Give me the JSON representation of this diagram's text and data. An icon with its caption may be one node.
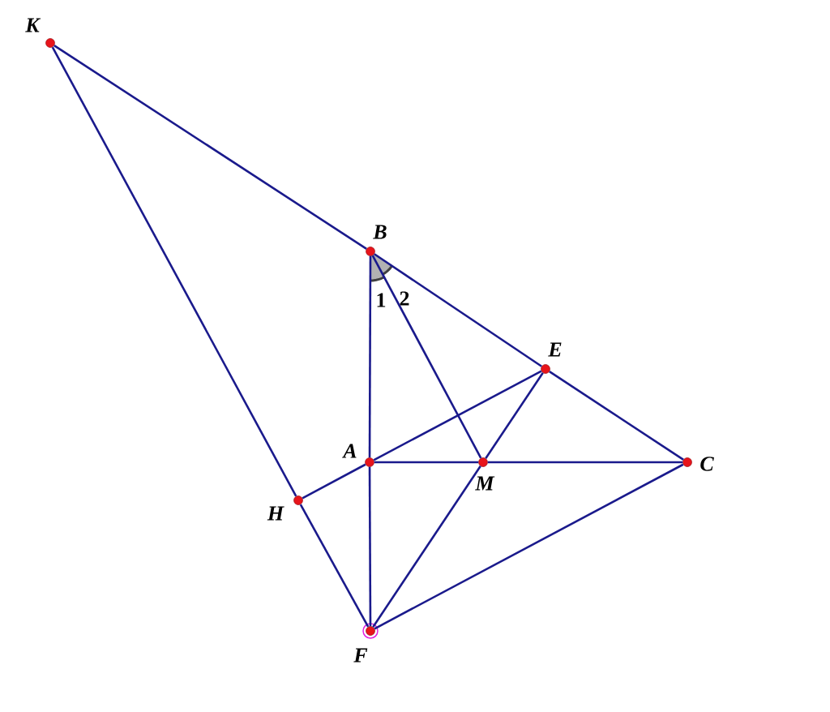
{
  "diagram": {
    "nodes": [
      {
        "text": [],
        "shape": "circle",
        "beside": [
          "K"
        ]
      },
      {
        "text": [],
        "shape": "circle",
        "beside": [
          "B"
        ]
      },
      {
        "text": [],
        "shape": "circle",
        "beside": [
          "E"
        ]
      },
      {
        "text": [],
        "shape": "circle",
        "beside": [
          "A"
        ]
      },
      {
        "text": [],
        "shape": "circle",
        "beside": [
          "M"
        ]
      },
      {
        "text": [],
        "shape": "circle",
        "beside": [
          "C"
        ]
      },
      {
        "text": [],
        "shape": "circle",
        "beside": [
          "H"
        ]
      },
      {
        "text": [],
        "shape": "circle",
        "beside": [
          "F"
        ]
      }
    ],
    "edges": [
      {
        "from": 0,
        "to": 1,
        "arrow": "none"
      },
      {
        "from": 1,
        "to": 2,
        "arrow": "none"
      },
      {
        "from": 2,
        "to": 5,
        "arrow": "none"
      },
      {
        "from": 0,
        "to": 6,
        "arrow": "none"
      },
      {
        "from": 6,
        "to": 7,
        "arrow": "none"
      },
      {
        "from": 1,
        "to": 3,
        "arrow": "none"
      },
      {
        "from": 3,
        "to": 7,
        "arrow": "none"
      },
      {
        "from": 1,
        "to": 4,
        "arrow": "none"
      },
      {
        "from": 4,
        "to": 7,
        "arrow": "none"
      },
      {
        "from": 2,
        "to": 4,
        "arrow": "none"
      },
      {
        "from": 6,
        "to": 3,
        "arrow": "none"
      },
      {
        "from": 3,
        "to": 2,
        "arrow": "none"
      },
      {
        "from": 3,
        "to": 4,
        "arrow": "none"
      },
      {
        "from": 4,
        "to": 5,
        "arrow": "none"
      },
      {
        "from": 7,
        "to": 5,
        "arrow": "none"
      }
    ],
    "labels": [
      "1",
      "2"
    ]
  }
}
